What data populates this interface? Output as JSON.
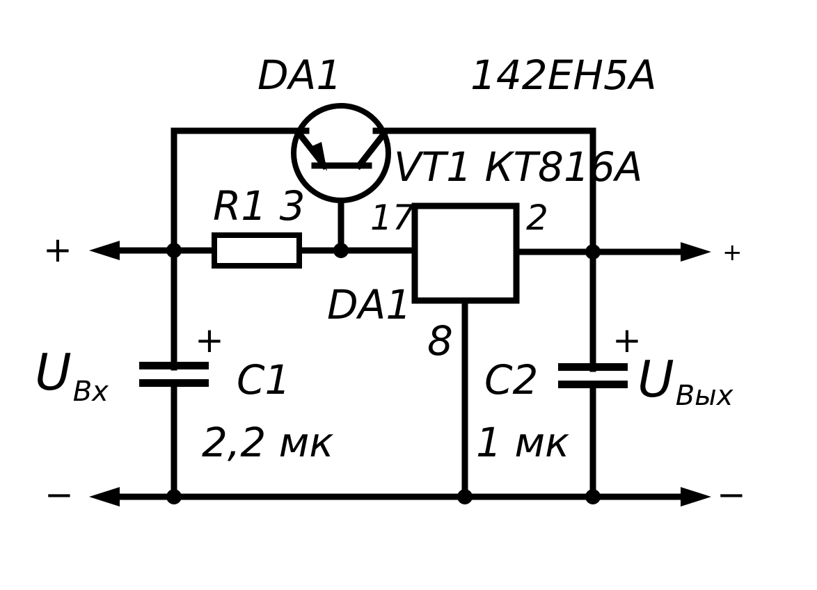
{
  "labels": {
    "da1_top": "DA1",
    "ic_part": "142ЕН5А",
    "transistor": "VT1 КТ816А",
    "resistor": "R1 3",
    "pin_17": "17",
    "pin_2": "2",
    "da1_mid": "DA1",
    "pin_8": "8",
    "c1_name": "C1",
    "c1_value": "2,2 мк",
    "c2_name": "C2",
    "c2_value": "1 мк",
    "vin_main": "U",
    "vin_sub": "Вх",
    "vout_main": "U",
    "vout_sub": "Вых",
    "in_plus": "+",
    "in_minus": "−",
    "out_plus": "+",
    "out_minus": "−",
    "c1_plus": "+",
    "c2_plus": "+"
  }
}
